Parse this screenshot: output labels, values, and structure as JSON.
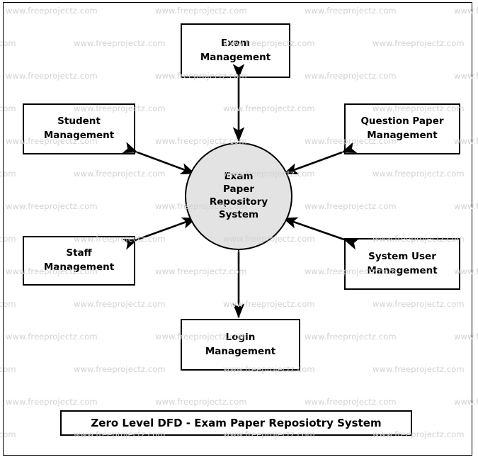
{
  "diagram": {
    "type": "Zero Level DFD (Context Diagram)",
    "caption": "Zero Level DFD - Exam Paper Reposiotry System",
    "process": {
      "name": "Exam Paper Repository System",
      "label": "Exam\nPaper\nRepository\nSystem",
      "shape": "circle",
      "fill_color": "#e3e3e3",
      "stroke_color": "#000000"
    },
    "entities": [
      {
        "id": "exam-management",
        "label": "Exam\nManagement",
        "position": "top"
      },
      {
        "id": "student-management",
        "label": "Student\nManagement",
        "position": "top-left"
      },
      {
        "id": "question-paper-management",
        "label": "Question Paper\nManagement",
        "position": "top-right"
      },
      {
        "id": "staff-management",
        "label": "Staff\nManagement",
        "position": "bottom-left"
      },
      {
        "id": "system-user-management",
        "label": "System User\nManagement",
        "position": "bottom-right"
      },
      {
        "id": "login-management",
        "label": "Login\nManagement",
        "position": "bottom"
      }
    ],
    "flows": [
      {
        "from": "exam-management",
        "to": "exam-paper-repository-system",
        "direction": "bidirectional"
      },
      {
        "from": "student-management",
        "to": "exam-paper-repository-system",
        "direction": "bidirectional"
      },
      {
        "from": "question-paper-management",
        "to": "exam-paper-repository-system",
        "direction": "bidirectional"
      },
      {
        "from": "staff-management",
        "to": "exam-paper-repository-system",
        "direction": "bidirectional"
      },
      {
        "from": "system-user-management",
        "to": "exam-paper-repository-system",
        "direction": "bidirectional"
      },
      {
        "from": "login-management",
        "to": "exam-paper-repository-system",
        "direction": "bidirectional"
      }
    ]
  },
  "watermark": {
    "text": "www.freeprojectz.com",
    "color": "#d2d2d2"
  }
}
